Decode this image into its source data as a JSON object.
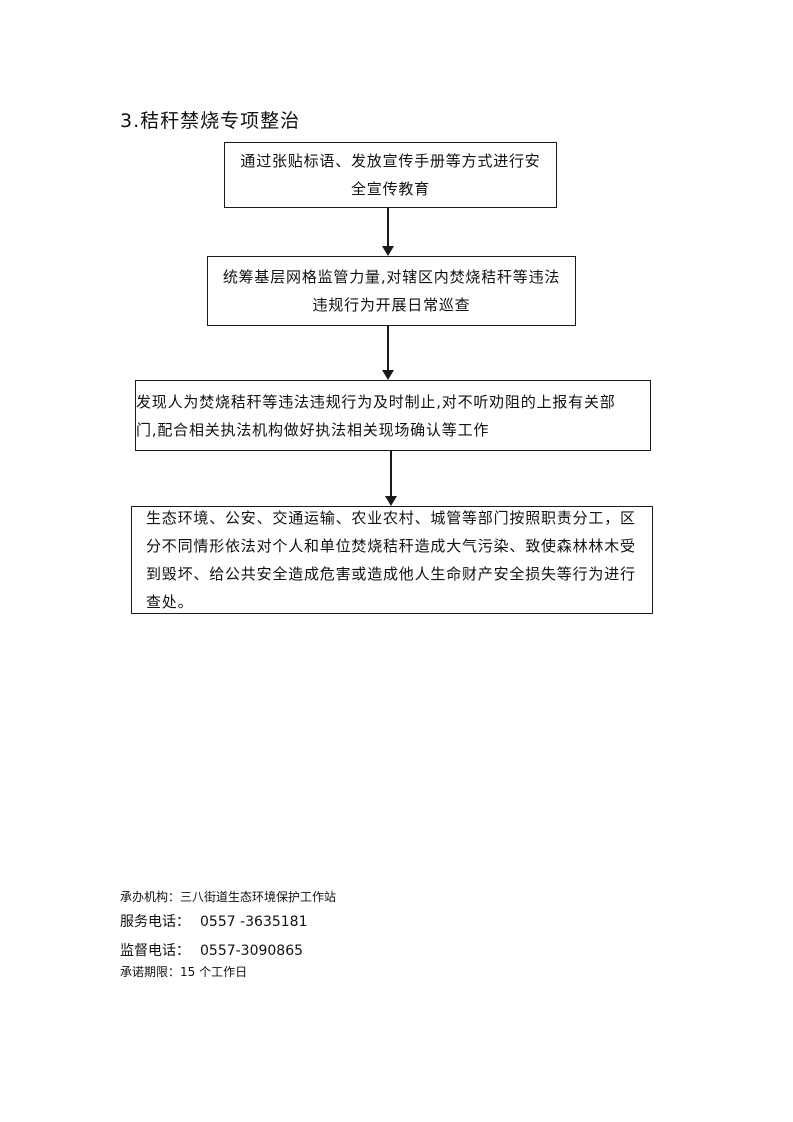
{
  "section_title": "3.秸秆禁烧专项整治",
  "flow_steps": [
    "通过张贴标语、发放宣传手册等方式进行安全宣传教育",
    "统筹基层网格监管力量,对辖区内焚烧秸秆等违法违规行为开展日常巡查",
    "发现人为焚烧秸秆等违法违规行为及时制止,对不听劝阻的上报有关部门,配合相关执法机构做好执法相关现场确认等工作",
    "生态环境、公安、交通运输、农业农村、城管等部门按照职责分工，区分不同情形依法对个人和单位焚烧秸秆造成大气污染、致使森林林木受到毁坏、给公共安全造成危害或造成他人生命财产安全损失等行为进行查处。"
  ],
  "footer": {
    "org": {
      "label": "承办机构：",
      "value": "三八街道生态环境保护工作站"
    },
    "service_phone": {
      "label": "服务电话：",
      "value": "0557 -3635181"
    },
    "supervise_phone": {
      "label": "监督电话：",
      "value": "0557-3090865"
    },
    "promise_period": {
      "label": "承诺期限：",
      "value": "15 个工作日"
    }
  }
}
